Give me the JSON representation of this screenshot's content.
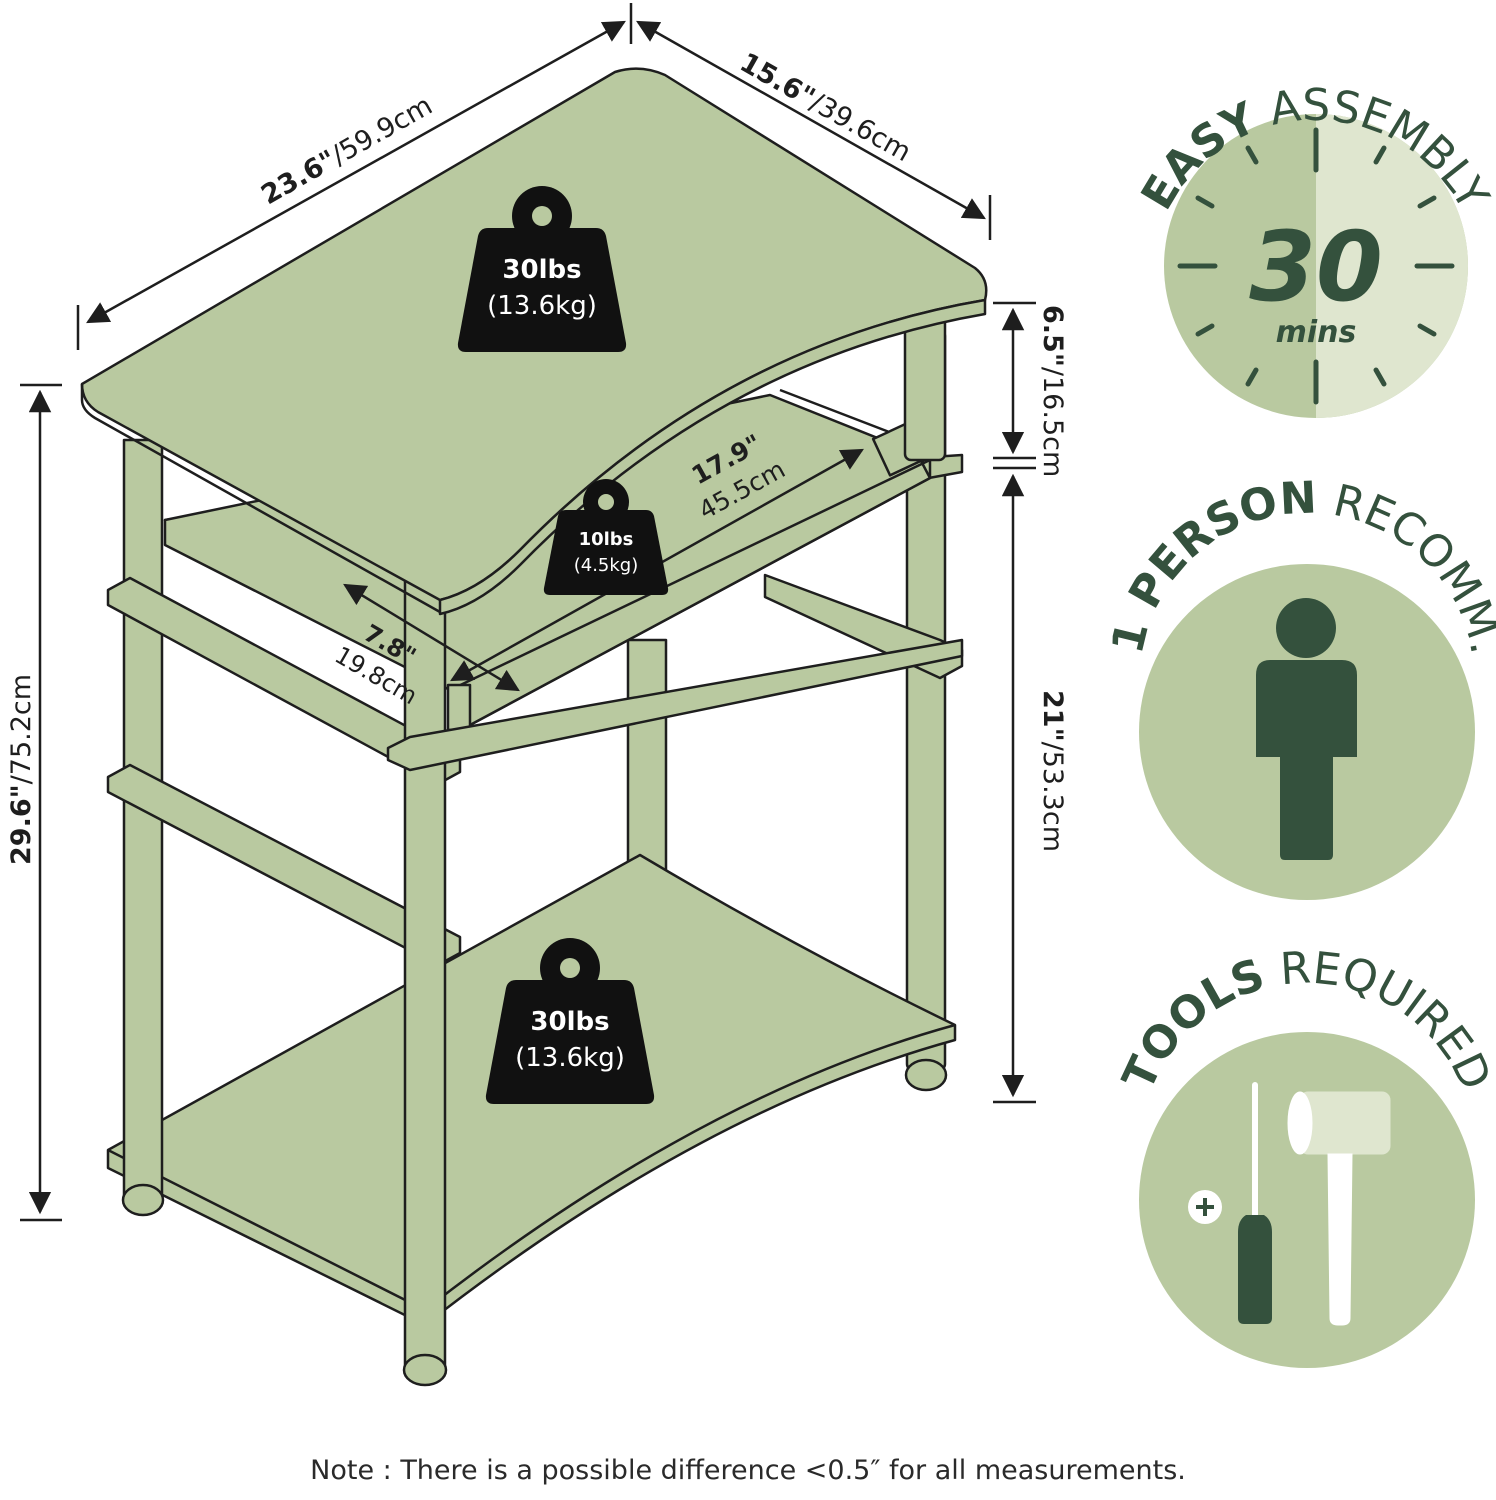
{
  "colors": {
    "furniture": "#b9c9a0",
    "outline": "#1e1e1e",
    "badge_dark": "#34513d",
    "badge_light": "#b9c9a0",
    "badge_pale": "#dfe6cf",
    "weight_icon": "#111111"
  },
  "dimensions": {
    "width_in": "23.6\"",
    "width_cm": "/59.9cm",
    "depth_in": "15.6\"",
    "depth_cm": "/39.6cm",
    "height_in": "29.6\"",
    "height_cm": "/75.2cm",
    "clearance_in": "6.5\"",
    "clearance_cm": "/16.5cm",
    "under_height_in": "21\"",
    "under_height_cm": "/53.3cm",
    "drawer_width_in": "17.9\"",
    "drawer_width_cm": "45.5cm",
    "drawer_depth_in": "7.8\"",
    "drawer_depth_cm": "19.8cm"
  },
  "weights": {
    "top": {
      "lbs": "30lbs",
      "kg": "(13.6kg)",
      "icon": "weight-icon"
    },
    "drawer": {
      "lbs": "10lbs",
      "kg": "(4.5kg)",
      "icon": "weight-icon"
    },
    "bottom": {
      "lbs": "30lbs",
      "kg": "(13.6kg)",
      "icon": "weight-icon"
    }
  },
  "badges": {
    "assembly": {
      "bold": "EASY",
      "light": "ASSEMBLY",
      "number": "30",
      "unit": "mins",
      "icon": "clock-icon"
    },
    "person": {
      "bold": "1 PERSON",
      "light": "RECOMM.",
      "icon": "person-icon"
    },
    "tools": {
      "bold": "TOOLS",
      "light": "REQUIRED",
      "icon_screwdriver": "screwdriver-icon",
      "icon_hammer": "hammer-icon"
    }
  },
  "note": "Note : There is a possible difference <0.5″ for all measurements."
}
